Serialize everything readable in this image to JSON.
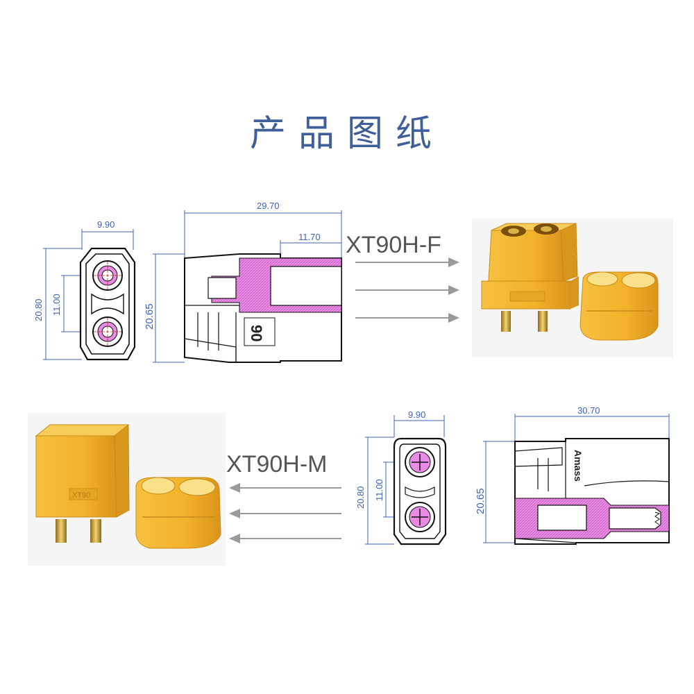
{
  "title": "产品图纸",
  "female": {
    "model": "XT90H-F",
    "front_view": {
      "width_dim": "9.90",
      "height_dim": "20.80",
      "pitch_dim": "11.00"
    },
    "side_view": {
      "length_dim": "29.70",
      "pin_dim": "11.70",
      "height_dim": "20.65",
      "marking": "90"
    }
  },
  "male": {
    "model": "XT90H-M",
    "front_view": {
      "width_dim": "9.90",
      "height_dim": "20.80",
      "pitch_dim": "11.00"
    },
    "side_view": {
      "length_dim": "30.70",
      "height_dim": "20.65",
      "marking": "Amass"
    },
    "product_marking": "XT90"
  },
  "colors": {
    "title": "#3f5f9a",
    "dimension": "#3d63b8",
    "section": "#e48ae0",
    "connector": "#f2b32a",
    "arrow": "#9a9a9a"
  }
}
